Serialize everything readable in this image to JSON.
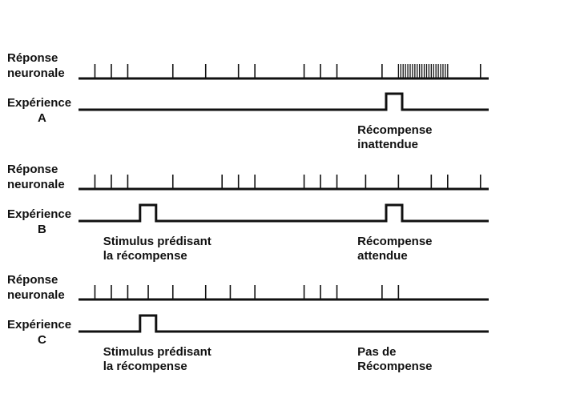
{
  "colors": {
    "line": "#111111",
    "background": "#ffffff"
  },
  "panels": [
    {
      "id": "A",
      "response_label": [
        "Réponse",
        "neuronale"
      ],
      "experience_label": [
        "Expérience",
        "A"
      ],
      "spike_times": [
        0.04,
        0.08,
        0.12,
        0.23,
        0.31,
        0.39,
        0.43,
        0.55,
        0.59,
        0.63,
        0.74,
        0.98
      ],
      "burst": {
        "start": 0.78,
        "end": 0.9,
        "count": 22
      },
      "pulses": [
        0.75
      ],
      "annotations": [
        {
          "at": 0.68,
          "lines": [
            "Récompense",
            "inattendue"
          ]
        }
      ]
    },
    {
      "id": "B",
      "response_label": [
        "Réponse",
        "neuronale"
      ],
      "experience_label": [
        "Expérience",
        "B"
      ],
      "spike_times": [
        0.04,
        0.08,
        0.12,
        0.23,
        0.35,
        0.39,
        0.43,
        0.55,
        0.59,
        0.63,
        0.7,
        0.78,
        0.86,
        0.9,
        0.98
      ],
      "burst": null,
      "pulses": [
        0.15,
        0.75
      ],
      "annotations": [
        {
          "at": 0.06,
          "lines": [
            "Stimulus prédisant",
            "la récompense"
          ]
        },
        {
          "at": 0.68,
          "lines": [
            "Récompense",
            "attendue"
          ]
        }
      ]
    },
    {
      "id": "C",
      "response_label": [
        "Réponse",
        "neuronale"
      ],
      "experience_label": [
        "Expérience",
        "C"
      ],
      "spike_times": [
        0.04,
        0.08,
        0.12,
        0.17,
        0.23,
        0.31,
        0.37,
        0.43,
        0.55,
        0.59,
        0.63,
        0.74,
        0.78
      ],
      "burst": null,
      "pulses": [
        0.15
      ],
      "annotations": [
        {
          "at": 0.06,
          "lines": [
            "Stimulus prédisant",
            "la récompense"
          ]
        },
        {
          "at": 0.68,
          "lines": [
            "Pas de",
            "Récompense"
          ]
        }
      ]
    }
  ]
}
